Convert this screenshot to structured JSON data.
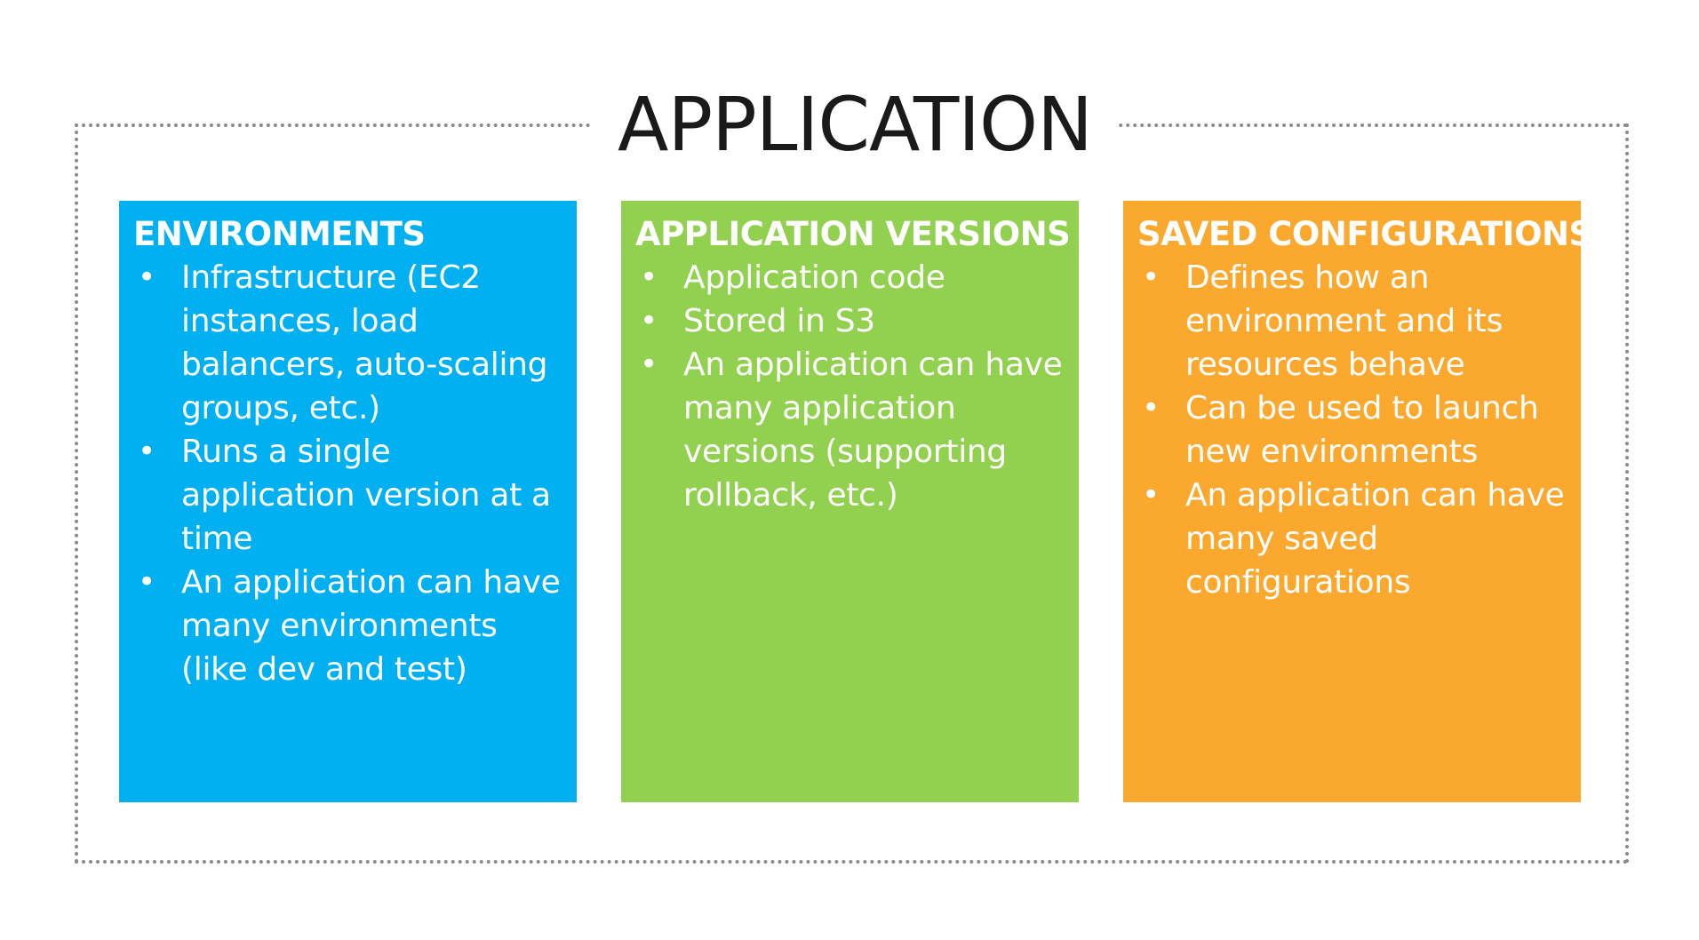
{
  "title": "APPLICATION",
  "colors": {
    "environments": "#00b0f0",
    "versions": "#92d050",
    "configurations": "#fba82e",
    "frame": "#8a8a8a"
  },
  "boxes": [
    {
      "title": "ENVIRONMENTS",
      "bullets": [
        "Infrastructure (EC2 instances, load balancers, auto-scaling groups, etc.)",
        "Runs a single application version at a time",
        "An application can have many environments (like dev and test)"
      ]
    },
    {
      "title": "APPLICATION VERSIONS",
      "bullets": [
        "Application code",
        "Stored in S3",
        "An application can have many application versions (supporting rollback, etc.)"
      ]
    },
    {
      "title": "SAVED CONFIGURATIONS",
      "bullets": [
        "Defines how an environment and its resources behave",
        "Can be used to launch new environments",
        "An application can have many saved configurations"
      ]
    }
  ]
}
